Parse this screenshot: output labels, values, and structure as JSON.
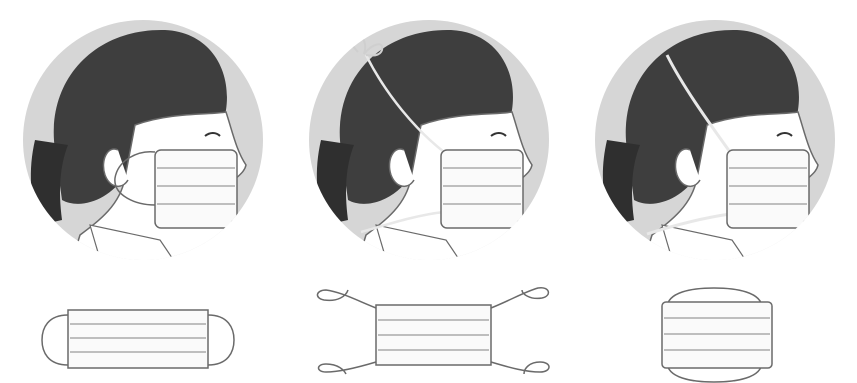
{
  "figure": {
    "panels": [
      {
        "fastening": "ear-loops"
      },
      {
        "fastening": "tie-strings"
      },
      {
        "fastening": "head-bands"
      }
    ]
  },
  "colors": {
    "circle_background": "#d6d6d6",
    "hair": "#3e3e3e",
    "skin": "#ffffff",
    "outline": "#6a6a6a",
    "mask": "#fafafa",
    "strap": "#cfcfcf"
  }
}
